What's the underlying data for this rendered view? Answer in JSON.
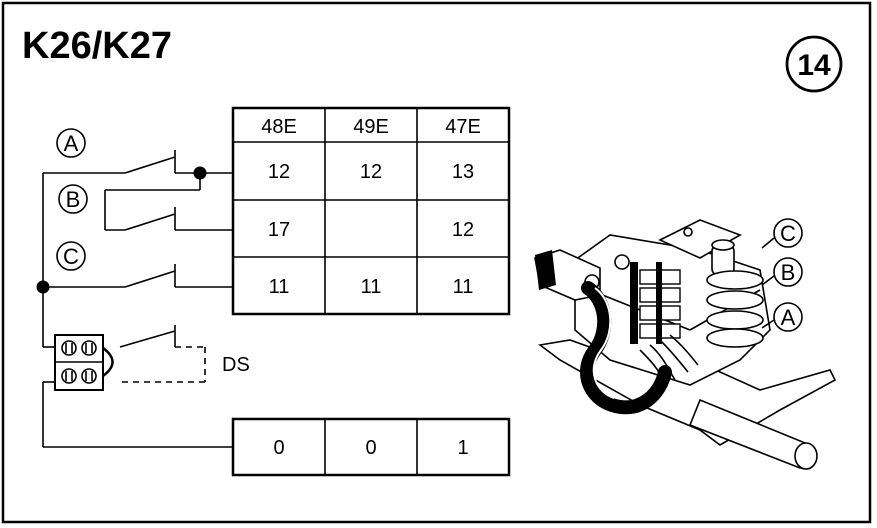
{
  "title": "K26/K27",
  "badge": "14",
  "labels": {
    "A": "A",
    "B": "B",
    "C": "C",
    "ds": "DS"
  },
  "table": {
    "headers": [
      "48E",
      "49E",
      "47E"
    ],
    "rows": [
      [
        "12",
        "12",
        "13"
      ],
      [
        "17",
        "",
        "12"
      ],
      [
        "11",
        "11",
        "11"
      ]
    ]
  },
  "bottom_row": [
    "0",
    "0",
    "1"
  ]
}
